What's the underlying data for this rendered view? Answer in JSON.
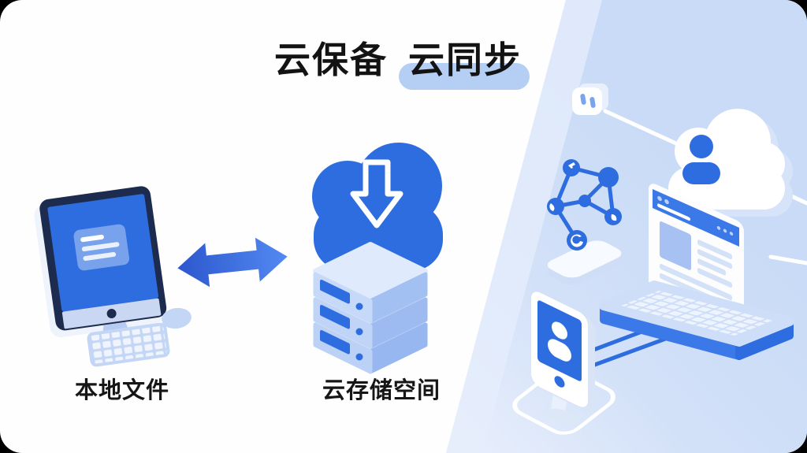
{
  "title": {
    "part1": "云保备",
    "part2": "云同步"
  },
  "diagram": {
    "local_label": "本地文件",
    "storage_label": "云存储空间"
  },
  "illustrations": {
    "left_side": "desktop-computer-icon",
    "middle_top": "download-cloud-icon",
    "middle_bottom": "server-stack-icon",
    "between": "bidirectional-sync-arrow-icon",
    "right_panel": [
      "power-socket-icon",
      "network-graph-icon",
      "user-cloud-icon",
      "laptop-browser-icon",
      "tablet-user-icon",
      "floor-ring-icon"
    ]
  },
  "colors": {
    "page_bg": "#000000",
    "card_bg": "#fefefe",
    "panel_blue": "#cddef7",
    "panel_blue_light": "#e6eefc",
    "primary_blue": "#2e6de0",
    "soft_blue": "#c9daf7",
    "navy_bezel": "#1d2c4e",
    "pill_highlight": "#b5cef3",
    "title_text": "#131313"
  }
}
